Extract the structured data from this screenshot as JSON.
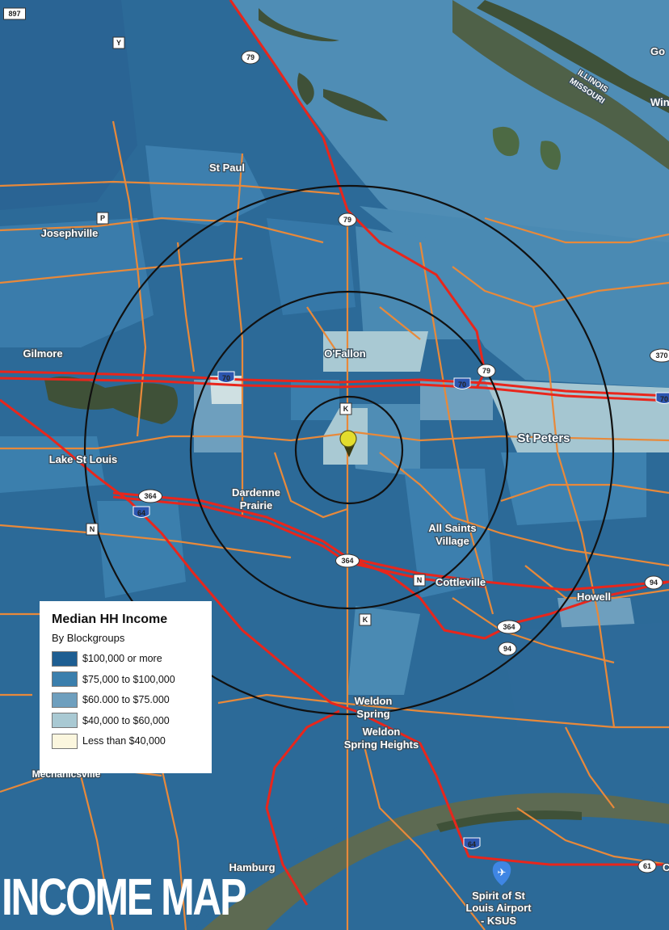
{
  "title": "INCOME MAP",
  "legend": {
    "title": "Median HH Income",
    "subtitle": "By Blockgroups",
    "items": [
      {
        "label": "$100,000 or more",
        "color": "#1e5e92"
      },
      {
        "label": "$75,000 to $100,000",
        "color": "#3b7fad"
      },
      {
        "label": "$60.000 to $75.000",
        "color": "#6e9fbe"
      },
      {
        "label": "$40,000 to $60,000",
        "color": "#a9c9d3"
      },
      {
        "label": "Less than $40,000",
        "color": "#fbf6de"
      }
    ]
  },
  "places": [
    "St Paul",
    "Josephville",
    "Gilmore",
    "O'Fallon",
    "St Peters",
    "Lake St Louis",
    "Dardenne",
    "Prairie",
    "All Saints",
    "Village",
    "Cottleville",
    "Howell",
    "Weldon",
    "Spring",
    "Weldon",
    "Spring Heights",
    "Mechanicsville",
    "Hamburg",
    "Spirit of St",
    "Louis Airport",
    "- KSUS"
  ],
  "partial_places": [
    "Go",
    "Winne",
    "Ch"
  ],
  "state_border": [
    "ILLINOIS",
    "MISSOURI"
  ],
  "routes": [
    "897",
    "Y",
    "79",
    "P",
    "79",
    "70",
    "79",
    "70",
    "K",
    "370",
    "70",
    "364",
    "64",
    "N",
    "364",
    "N",
    "94",
    "K",
    "364",
    "94",
    "64",
    "61"
  ],
  "colors": {
    "highway": "#e8261c",
    "road": "#e8893a",
    "ring": "#111111",
    "pin": "#e3dd2d",
    "title": "#ffffff"
  }
}
